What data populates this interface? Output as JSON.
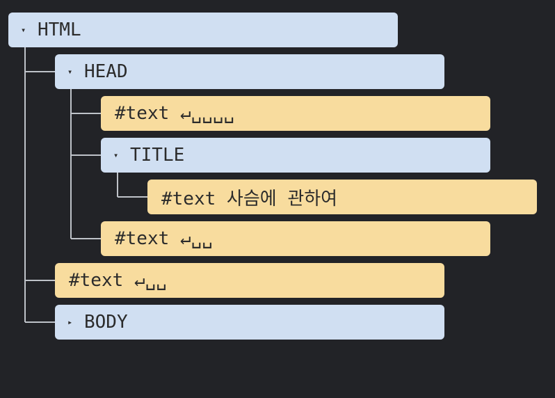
{
  "tree": {
    "html": {
      "label": "HTML",
      "toggle": "▾"
    },
    "head": {
      "label": "HEAD",
      "toggle": "▾"
    },
    "head_text_1": {
      "label": "#text ↵␣␣␣␣"
    },
    "title": {
      "label": "TITLE",
      "toggle": "▾"
    },
    "title_text": {
      "label": "#text 사슴에 관하여"
    },
    "head_text_2": {
      "label": "#text ↵␣␣"
    },
    "html_text": {
      "label": "#text ↵␣␣"
    },
    "body": {
      "label": "BODY",
      "toggle": "▸"
    }
  },
  "colors": {
    "background": "#222327",
    "element_node": "#d0dff2",
    "text_node": "#f8dc9e",
    "connector": "#bfc3c9"
  }
}
